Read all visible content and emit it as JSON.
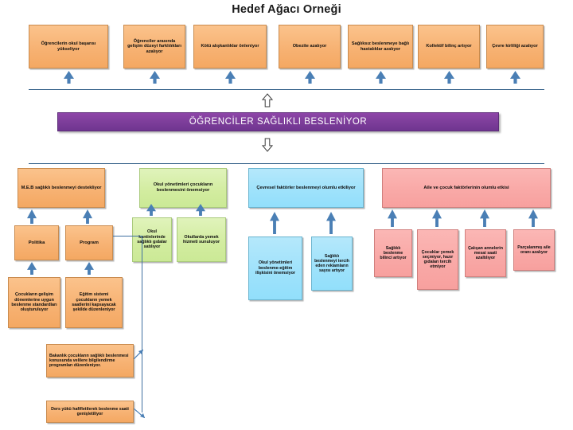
{
  "title": "Hedef Ağacı Orneği",
  "colors": {
    "orange": "#f7b273",
    "green": "#d2ec9f",
    "blue": "#9fe2fb",
    "pink": "#f9a9a7",
    "purple": "#7f3f9c",
    "arrow_blue": "#3f6fa0",
    "line_blue": "#2f5d86"
  },
  "goal_banner": {
    "label": "ÖĞRENCİLER SAĞLIKLI BESLENİYOR"
  },
  "top_row": {
    "name": "outcomes-row",
    "boxes": [
      {
        "label": "Öğrencilerin okul başarısı yükseliyor"
      },
      {
        "label": "Öğrenciler arasında gelişim düzeyi farklılıkları azalıyor"
      },
      {
        "label": "Kötü alışkanlıklar önleniyor"
      },
      {
        "label": "Obezite azalıyor"
      },
      {
        "label": "Sağlıksız beslenmeye bağlı hastalıklar azalıyor"
      },
      {
        "label": "Kollektif bilinç artıyor"
      },
      {
        "label": "Çevre kirliliği azalıyor"
      }
    ]
  },
  "second_row": {
    "name": "causes-row",
    "boxes": [
      {
        "label": "M.E.B sağlıklı beslenmeyi destekliyor",
        "color": "orange"
      },
      {
        "label": "Okul yönetimleri çocukların beslenmesini önemsiyor",
        "color": "green"
      },
      {
        "label": "Çevresel faktörler beslenmeyi olumlu etkiliyor",
        "color": "blue"
      },
      {
        "label": "Aile ve çocuk faktörlerinin olumlu etkisi",
        "color": "pink"
      }
    ]
  },
  "third_row": {
    "name": "sub-causes-row",
    "boxes": [
      {
        "label": "Politika",
        "color": "orange"
      },
      {
        "label": "Program",
        "color": "orange"
      },
      {
        "label": "Okul kantinlerinde sağlıklı gıdalar satılıyor",
        "color": "green"
      },
      {
        "label": "Okullarda yemek hizmeti sunuluyor",
        "color": "green"
      },
      {
        "label": "Okul yönetimleri beslenme-eğitim ilişkisini önemsiyor",
        "color": "blue"
      },
      {
        "label": "Sağlıklı beslenmeyi tercih eden reklamların sayısı artıyor",
        "color": "blue"
      },
      {
        "label": "Sağlıklı beslenme bilinci artıyor",
        "color": "pink"
      },
      {
        "label": "Çocuklar yemek seçmiyor, hazır gıdaları tercih etmiyor",
        "color": "pink"
      },
      {
        "label": "Çalışan annelerin mesai saati azaltılıyor",
        "color": "pink"
      },
      {
        "label": "Parçalanmış aile oranı azalıyor",
        "color": "pink"
      }
    ]
  },
  "fourth_row": {
    "name": "detail-row",
    "boxes": [
      {
        "label": "Çocukların gelişim dönemlerine uygun beslenme standardları oluşturuluyor",
        "color": "orange"
      },
      {
        "label": "Eğitim sistemi çocukların yemek saatlerini kapsayacak şekilde düzenleniyor",
        "color": "orange"
      }
    ]
  },
  "bottom_boxes": {
    "name": "program-detail-boxes",
    "boxes": [
      {
        "label": "Bakanlık çocukların  sağlıklı beslenmesi konusunda velilere bilgilendirme programları düzenleniyor.",
        "color": "orange"
      },
      {
        "label": "Ders yükü hafifletilerek beslenme saati genişletiliyor",
        "color": "orange"
      }
    ]
  }
}
